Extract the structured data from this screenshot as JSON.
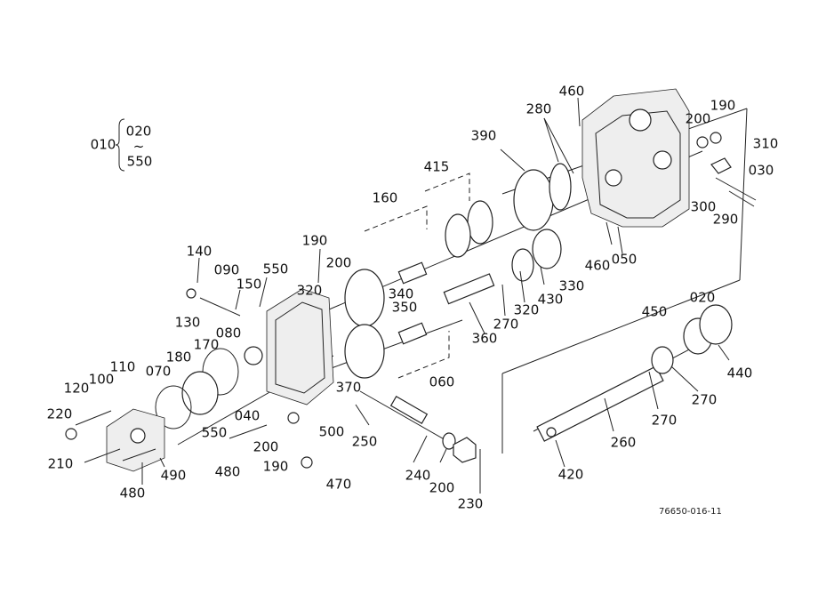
{
  "group_range": {
    "parent": "010",
    "start": "020",
    "tilde": "~",
    "end": "550"
  },
  "drawing_number": "76650-016-11",
  "labels": [
    "460",
    "280",
    "390",
    "200",
    "190",
    "310",
    "030",
    "415",
    "300",
    "290",
    "160",
    "460",
    "050",
    "190",
    "200",
    "330",
    "140",
    "090",
    "550",
    "320",
    "340",
    "430",
    "150",
    "350",
    "320",
    "270",
    "130",
    "080",
    "360",
    "170",
    "020",
    "450",
    "180",
    "110",
    "070",
    "370",
    "060",
    "440",
    "100",
    "120",
    "270",
    "220",
    "040",
    "270",
    "550",
    "500",
    "250",
    "260",
    "210",
    "200",
    "480",
    "190",
    "480",
    "490",
    "240",
    "200",
    "420",
    "470",
    "230"
  ]
}
